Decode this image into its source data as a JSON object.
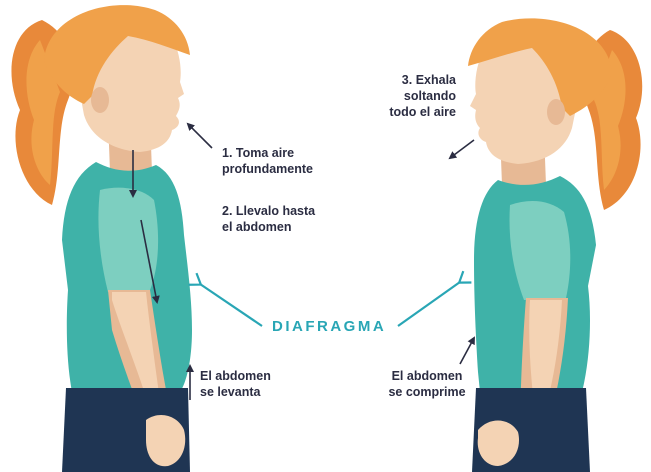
{
  "labels": {
    "step1": [
      "1. Toma aire",
      "profundamente"
    ],
    "step2": [
      "2. Llevalo hasta",
      "el abdomen"
    ],
    "step3": [
      "3. Exhala",
      "soltando",
      "todo el aire"
    ],
    "diaphragm": "DIAFRAGMA",
    "abdomen_rises": [
      "El abdomen",
      "se levanta"
    ],
    "abdomen_compresses": [
      "El abdomen",
      "se comprime"
    ]
  },
  "colors": {
    "hair": "#f0a14a",
    "hair_shadow": "#e8893a",
    "skin": "#f4d3b4",
    "skin_shadow": "#e7b995",
    "shirt": "#3fb2a8",
    "shirt_light": "#7dcfc0",
    "pants": "#1f3553",
    "arrow_dark": "#2b2d42",
    "accent": "#29a6b5"
  }
}
